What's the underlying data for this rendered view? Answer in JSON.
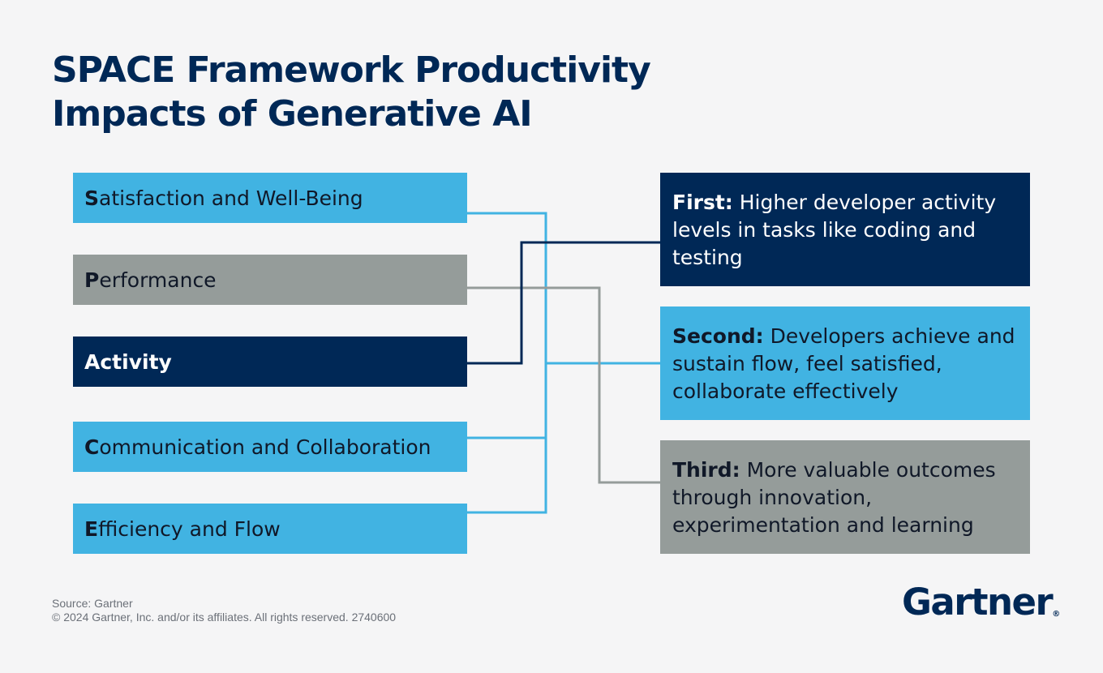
{
  "title": {
    "line1": "SPACE Framework Productivity",
    "line2": "Impacts of Generative AI"
  },
  "dimensions": [
    {
      "initial": "S",
      "rest": "atisfaction and Well-Being",
      "style": "blue"
    },
    {
      "initial": "P",
      "rest": "erformance",
      "style": "grey"
    },
    {
      "initial": "A",
      "rest": "ctivity",
      "style": "navy"
    },
    {
      "initial": "C",
      "rest": "ommunication and Collaboration",
      "style": "blue"
    },
    {
      "initial": "E",
      "rest": "fficiency and Flow",
      "style": "blue"
    }
  ],
  "impacts": [
    {
      "lead": "First:",
      "text": " Higher developer activity levels in tasks like coding and testing",
      "style": "navy"
    },
    {
      "lead": "Second:",
      "text": " Developers achieve and sustain flow, feel satisfied, collaborate effectively",
      "style": "blue"
    },
    {
      "lead": "Third:",
      "text": " More valuable outcomes through innovation, experimentation and learning",
      "style": "grey"
    }
  ],
  "connections": [
    {
      "from": "Satisfaction and Well-Being",
      "to": "Second"
    },
    {
      "from": "Communication and Collaboration",
      "to": "Second"
    },
    {
      "from": "Efficiency and Flow",
      "to": "Second"
    },
    {
      "from": "Activity",
      "to": "First"
    },
    {
      "from": "Performance",
      "to": "Third"
    }
  ],
  "colors": {
    "navy": "#002856",
    "blue": "#41b3e2",
    "grey": "#959c9a",
    "background": "#f5f5f6"
  },
  "footer": {
    "source": "Source: Gartner",
    "copyright": "© 2024 Gartner, Inc. and/or its affiliates. All rights reserved. 2740600"
  },
  "logo": {
    "text": "Gartner",
    "mark": "®"
  }
}
